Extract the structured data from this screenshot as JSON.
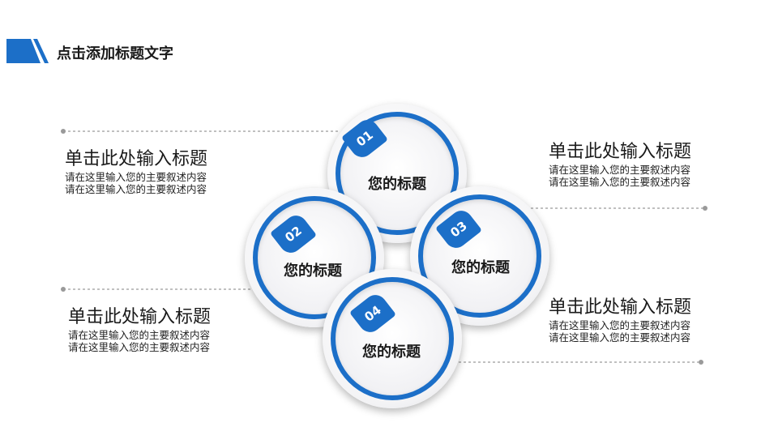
{
  "header": {
    "title": "点击添加标题文字"
  },
  "colors": {
    "accent": "#1c6fc8",
    "connector": "#9a9a9a"
  },
  "circles": [
    {
      "number": "01",
      "label": "您的标题"
    },
    {
      "number": "02",
      "label": "您的标题"
    },
    {
      "number": "03",
      "label": "您的标题"
    },
    {
      "number": "04",
      "label": "您的标题"
    }
  ],
  "blocks": [
    {
      "title": "单击此处输入标题",
      "line1": "请在这里输入您的主要叙述内容",
      "line2": "请在这里输入您的主要叙述内容"
    },
    {
      "title": "单击此处输入标题",
      "line1": "请在这里输入您的主要叙述内容",
      "line2": "请在这里输入您的主要叙述内容"
    },
    {
      "title": "单击此处输入标题",
      "line1": "请在这里输入您的主要叙述内容",
      "line2": "请在这里输入您的主要叙述内容"
    },
    {
      "title": "单击此处输入标题",
      "line1": "请在这里输入您的主要叙述内容",
      "line2": "请在这里输入您的主要叙述内容"
    }
  ]
}
